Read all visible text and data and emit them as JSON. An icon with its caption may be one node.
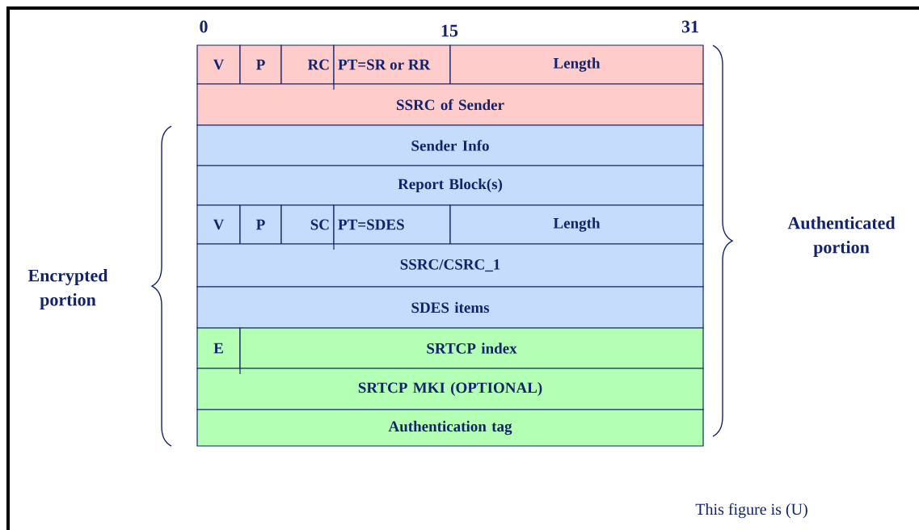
{
  "diagram": {
    "nodes": [
      {
        "text": [
          "V"
        ]
      },
      {
        "text": [
          "P"
        ]
      },
      {
        "text": [
          "RC"
        ]
      },
      {
        "text": [
          "PT=SR or RR"
        ]
      },
      {
        "text": [
          "Length"
        ]
      },
      {
        "text": [
          "SSRC of Sender"
        ]
      },
      {
        "text": [
          "Sender Info"
        ]
      },
      {
        "text": [
          "Report Block(s)"
        ]
      },
      {
        "text": [
          "V"
        ]
      },
      {
        "text": [
          "P"
        ]
      },
      {
        "text": [
          "SC"
        ]
      },
      {
        "text": [
          "PT=SDES"
        ]
      },
      {
        "text": [
          "Length"
        ]
      },
      {
        "text": [
          "SSRC/CSRC_1"
        ]
      },
      {
        "text": [
          "SDES items"
        ]
      },
      {
        "text": [
          "E"
        ]
      },
      {
        "text": [
          "SRTCP index"
        ]
      },
      {
        "text": [
          "SRTCP MKI (OPTIONAL)"
        ]
      },
      {
        "text": [
          "Authentication tag"
        ]
      }
    ],
    "labels": [
      "0",
      "15",
      "31",
      "Encrypted portion",
      "Authenticated portion",
      "This figure is (U)"
    ]
  }
}
